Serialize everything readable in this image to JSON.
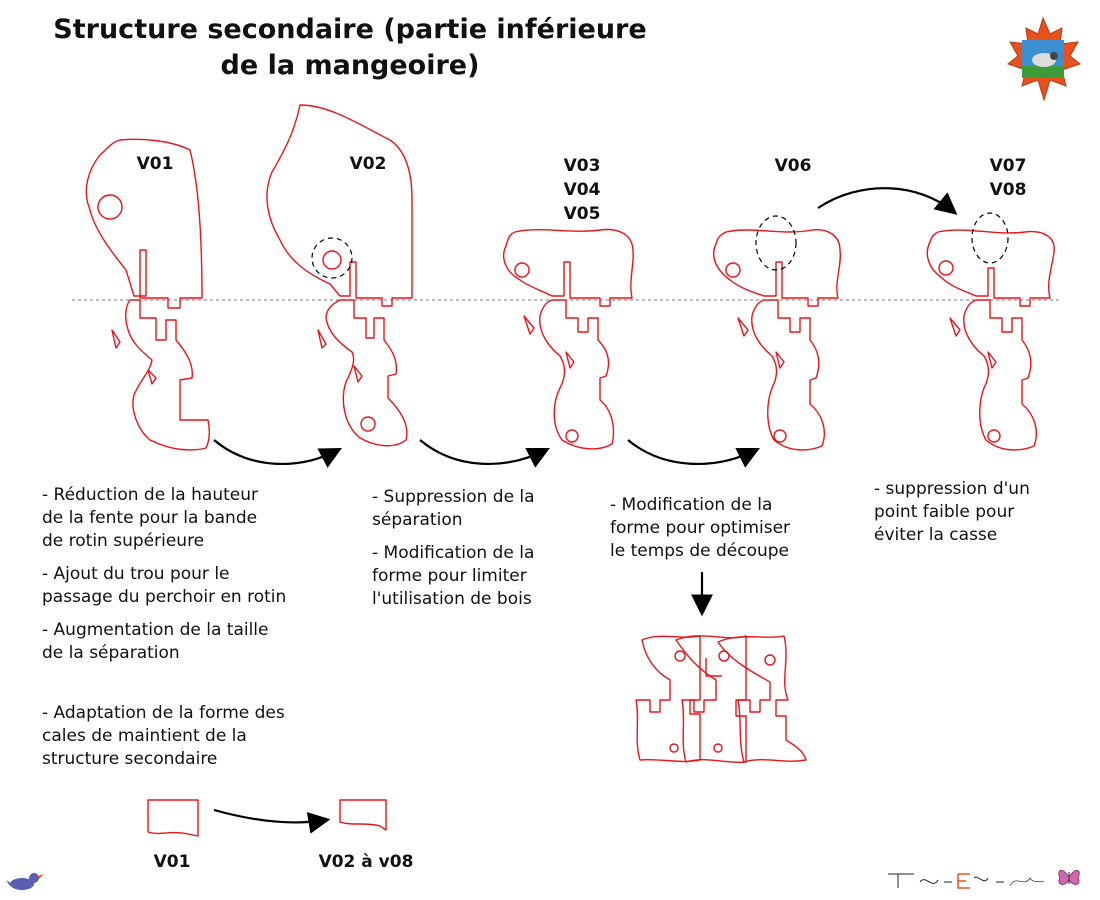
{
  "title": {
    "line1": "Structure secondaire (partie inférieure",
    "line2": "de la mangeoire)"
  },
  "versions": {
    "v01": "V01",
    "v02": "V02",
    "v03": "V03",
    "v04": "V04",
    "v05": "V05",
    "v06": "V06",
    "v07": "V07",
    "v08": "V08"
  },
  "notes_v01_v02": [
    "- Réduction de la hauteur\nde la fente pour la bande\nde rotin supérieure",
    "- Ajout du trou pour le\npassage du perchoir en rotin",
    "- Augmentation de la taille\nde la séparation"
  ],
  "notes_cales": "- Adaptation de la forme des\ncales de maintient de la\nstructure secondaire",
  "notes_v02_v03": [
    "- Suppression de la\nséparation",
    "- Modification de la\nforme pour limiter\nl'utilisation de bois"
  ],
  "notes_v05_v06": "- Modification de la\nforme pour optimiser\nle temps de découpe",
  "notes_v06_v07": "- suppression d'un\npoint faible pour\néviter la casse",
  "cales": {
    "left_label": "V01",
    "right_label": "V02 à v08"
  },
  "colors": {
    "outline": "#e8141b",
    "arrow": "#000000"
  },
  "icons": {
    "logo_top_right": "maple-leaf-bird-logo",
    "logo_bottom_left": "bird-mascot-icon",
    "logo_bottom_right": "butterfly-icon"
  }
}
